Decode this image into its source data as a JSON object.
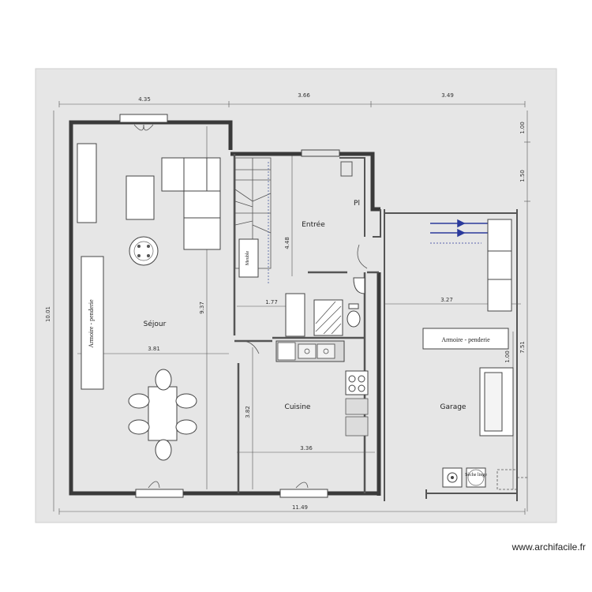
{
  "plan": {
    "dimensions": {
      "top_left": "4.35",
      "top_mid": "3.66",
      "top_right": "3.49",
      "right_upper": "1.00",
      "right_mid": "1.50",
      "right_lower": "7.51",
      "left_total": "10.01",
      "bottom_total": "11.49",
      "sejour_width": "3.81",
      "sejour_height": "9.37",
      "entree_height": "4.48",
      "corridor_width": "1.77",
      "cuisine_width": "3.36",
      "cuisine_height": "3.82",
      "garage_width": "3.27",
      "garage_small": "1.00"
    },
    "rooms": {
      "sejour": "Séjour",
      "entree": "Entrée",
      "cuisine": "Cuisine",
      "garage": "Garage",
      "placard": "Pl"
    },
    "furniture": {
      "armoire_sejour": "Armoire - penderie",
      "armoire_garage": "Armoire - penderie",
      "meuble_entree": "Meuble",
      "seche_linge": "Sèche linge"
    }
  },
  "footer": {
    "watermark": "www.archifacile.fr"
  }
}
